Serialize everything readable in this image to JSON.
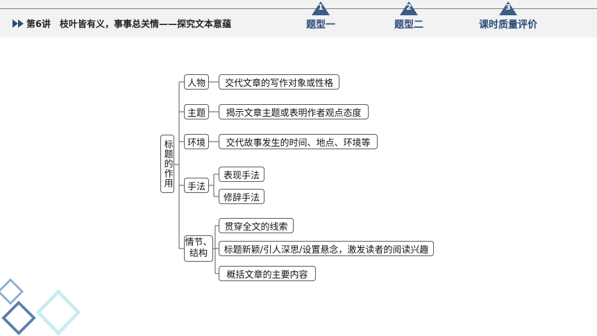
{
  "header": {
    "lesson_title": "第6讲　枝叶皆有义，事事总关情——探究文本意蕴",
    "tabs": [
      {
        "num": "1",
        "label": "题型一"
      },
      {
        "num": "2",
        "label": "题型二"
      },
      {
        "num": "3",
        "label": "课时质量评价"
      }
    ]
  },
  "colors": {
    "accent": "#2c4a7a",
    "marker": "#3d5d85",
    "topbar": "#f2f2f2"
  },
  "diagram": {
    "root": "标题的作用",
    "branches": [
      {
        "label": "人物",
        "leaves": [
          "交代文章的写作对象或性格"
        ]
      },
      {
        "label": "主题",
        "leaves": [
          "揭示文章主题或表明作者观点态度"
        ]
      },
      {
        "label": "环境",
        "leaves": [
          "交代故事发生的时间、地点、环境等"
        ]
      },
      {
        "label": "手法",
        "leaves": [
          "表现手法",
          "修辞手法"
        ]
      },
      {
        "label": "情节、结构",
        "leaves": [
          "贯穿全文的线索",
          "标题新颖/引人深思/设置悬念，激发读者的阅读兴趣",
          "概括文章的主要内容"
        ]
      }
    ]
  }
}
